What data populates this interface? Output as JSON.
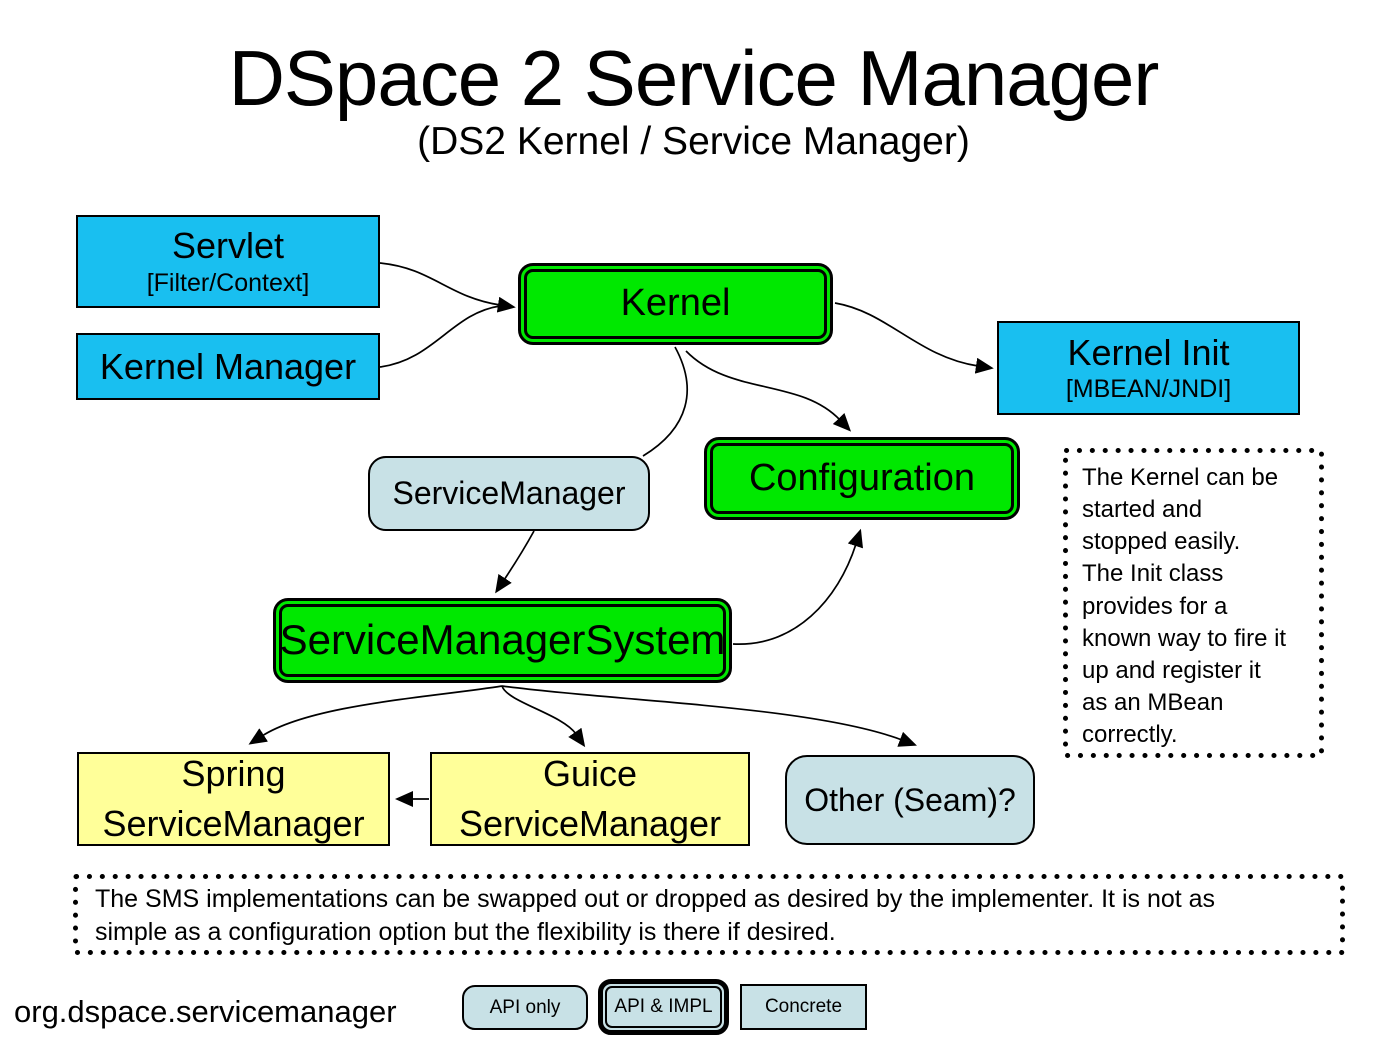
{
  "slide": {
    "title": "DSpace 2 Service Manager",
    "subtitle": "(DS2 Kernel / Service Manager)",
    "package_label": "org.dspace.servicemanager"
  },
  "colors": {
    "concrete_cyan": "#19BFF0",
    "api_impl_green": "#00E800",
    "concrete_yellow": "#FFFF99",
    "api_only_blue": "#C8E1E6"
  },
  "nodes": {
    "servlet": {
      "title": "Servlet",
      "subtitle": "[Filter/Context]",
      "type": "concrete"
    },
    "kernel_manager": {
      "label": "Kernel Manager",
      "type": "concrete"
    },
    "kernel": {
      "label": "Kernel",
      "type": "api-impl"
    },
    "kernel_init": {
      "title": "Kernel Init",
      "subtitle": "[MBEAN/JNDI]",
      "type": "concrete"
    },
    "service_manager": {
      "label": "ServiceManager",
      "type": "api-only"
    },
    "configuration": {
      "label": "Configuration",
      "type": "api-impl"
    },
    "service_manager_system": {
      "label": "ServiceManagerSystem",
      "type": "api-impl"
    },
    "spring_service_manager": {
      "line1": "Spring",
      "line2": "ServiceManager",
      "type": "concrete"
    },
    "guice_service_manager": {
      "line1": "Guice",
      "line2": "ServiceManager",
      "type": "concrete"
    },
    "other_seam": {
      "label": "Other (Seam)?",
      "type": "api-only"
    }
  },
  "notes": {
    "kernel_note": "The Kernel can be\nstarted and\nstopped easily.\nThe Init class\nprovides for a\nknown way to fire it\nup and register it\nas an MBean\ncorrectly.",
    "sms_note": "The SMS implementations can be swapped out or dropped as desired by the implementer. It is not as\nsimple as a configuration option but the flexibility is there if desired."
  },
  "legend": {
    "api_only": "API only",
    "api_impl": "API & IMPL",
    "concrete": "Concrete"
  },
  "edges": [
    {
      "from": "servlet",
      "to": "kernel"
    },
    {
      "from": "kernel_manager",
      "to": "kernel"
    },
    {
      "from": "kernel",
      "to": "kernel_init"
    },
    {
      "from": "kernel",
      "to": "service_manager"
    },
    {
      "from": "kernel",
      "to": "configuration"
    },
    {
      "from": "service_manager",
      "to": "service_manager_system"
    },
    {
      "from": "service_manager_system",
      "to": "configuration"
    },
    {
      "from": "service_manager_system",
      "to": "spring_service_manager"
    },
    {
      "from": "service_manager_system",
      "to": "guice_service_manager"
    },
    {
      "from": "service_manager_system",
      "to": "other_seam"
    },
    {
      "from": "guice_service_manager",
      "to": "spring_service_manager"
    }
  ]
}
